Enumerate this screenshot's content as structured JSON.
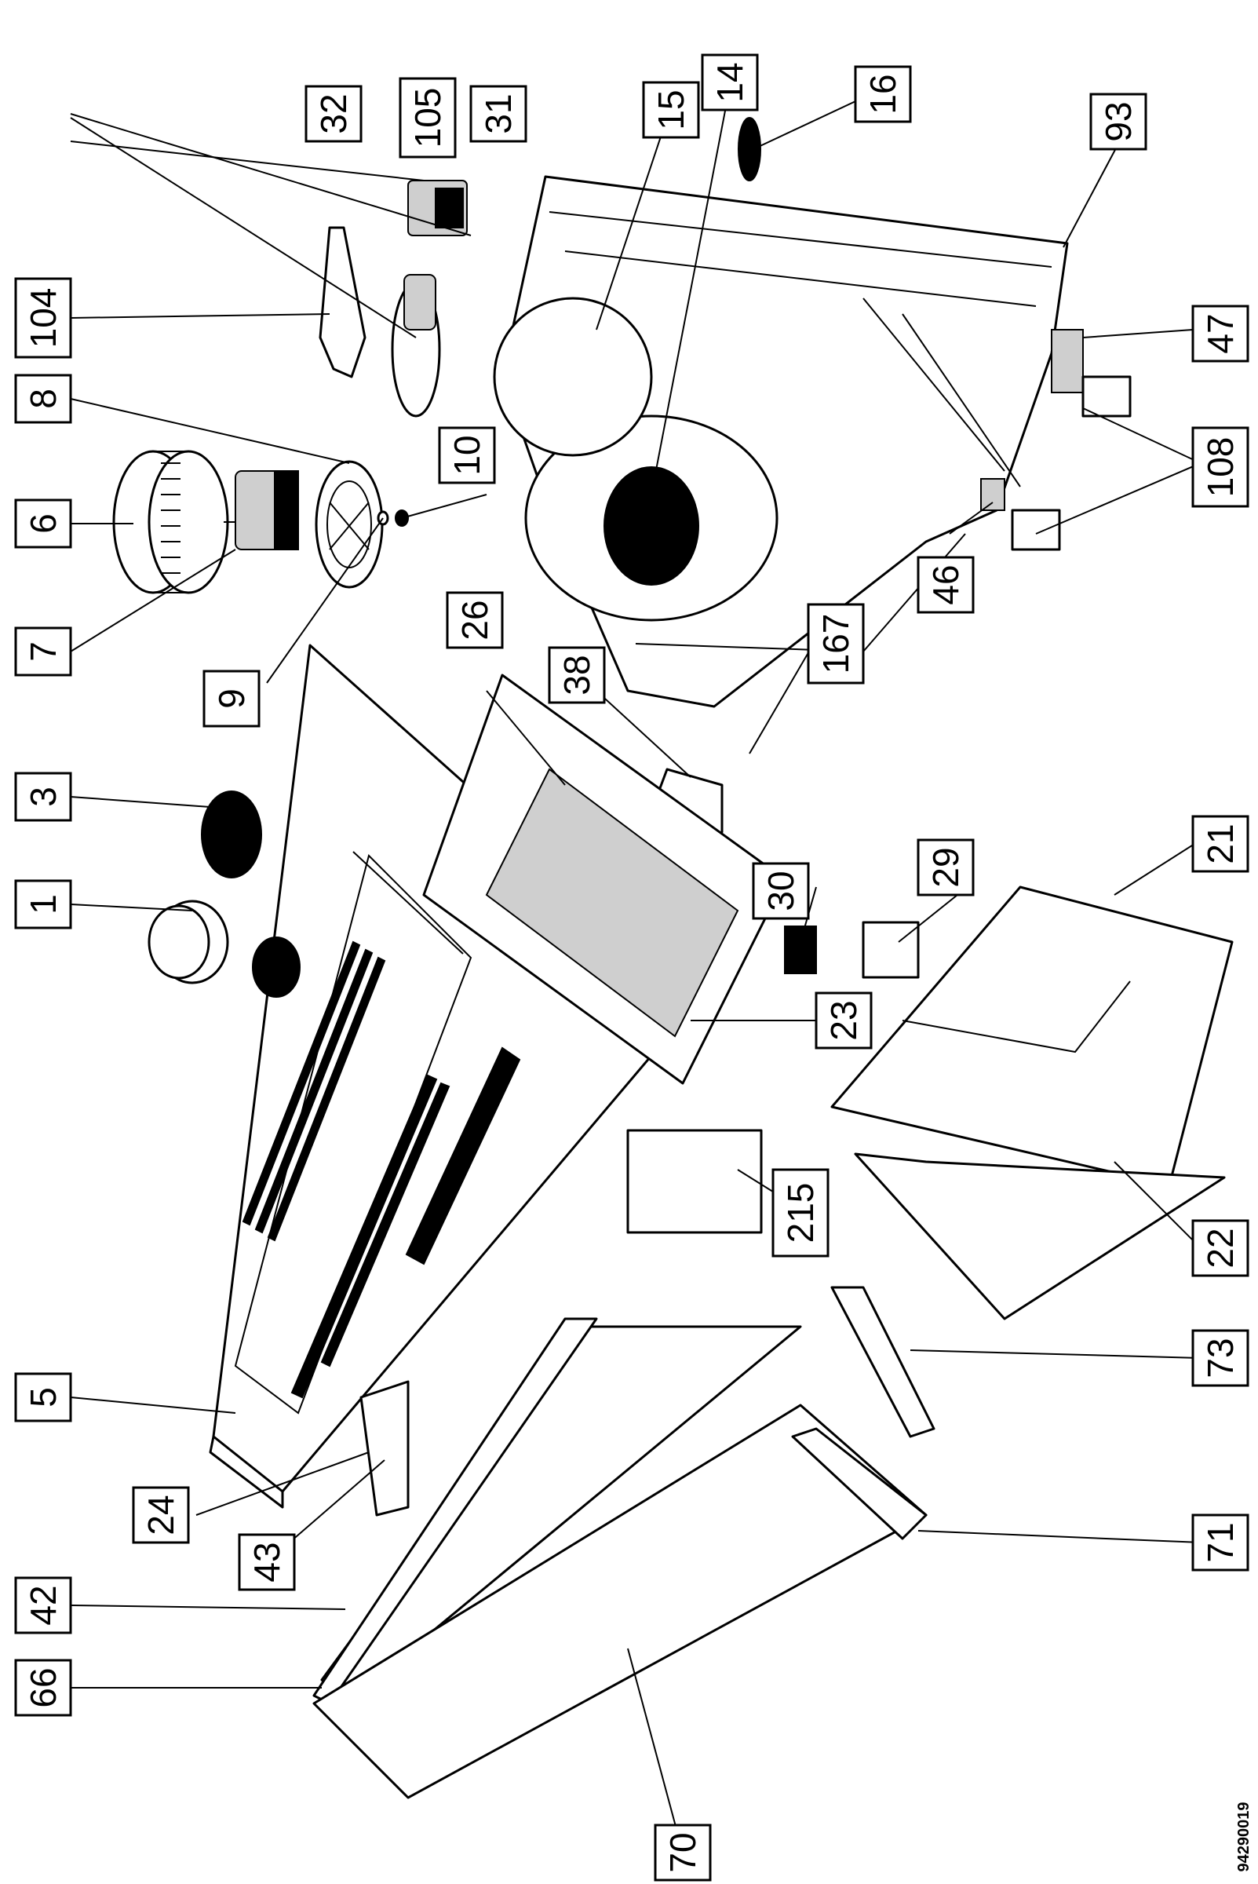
{
  "drawing_id": "94290019",
  "callouts": {
    "c1": "1",
    "c3": "3",
    "c5": "5",
    "c6": "6",
    "c7": "7",
    "c8": "8",
    "c9": "9",
    "c10": "10",
    "c14": "14",
    "c15": "15",
    "c16": "16",
    "c21": "21",
    "c22": "22",
    "c23": "23",
    "c24": "24",
    "c26": "26",
    "c29": "29",
    "c30": "30",
    "c31": "31",
    "c32": "32",
    "c38": "38",
    "c42": "42",
    "c43": "43",
    "c46": "46",
    "c47": "47",
    "c66": "66",
    "c70": "70",
    "c71": "71",
    "c73": "73",
    "c93": "93",
    "c104": "104",
    "c105": "105",
    "c108": "108",
    "c167": "167",
    "c215": "215"
  }
}
